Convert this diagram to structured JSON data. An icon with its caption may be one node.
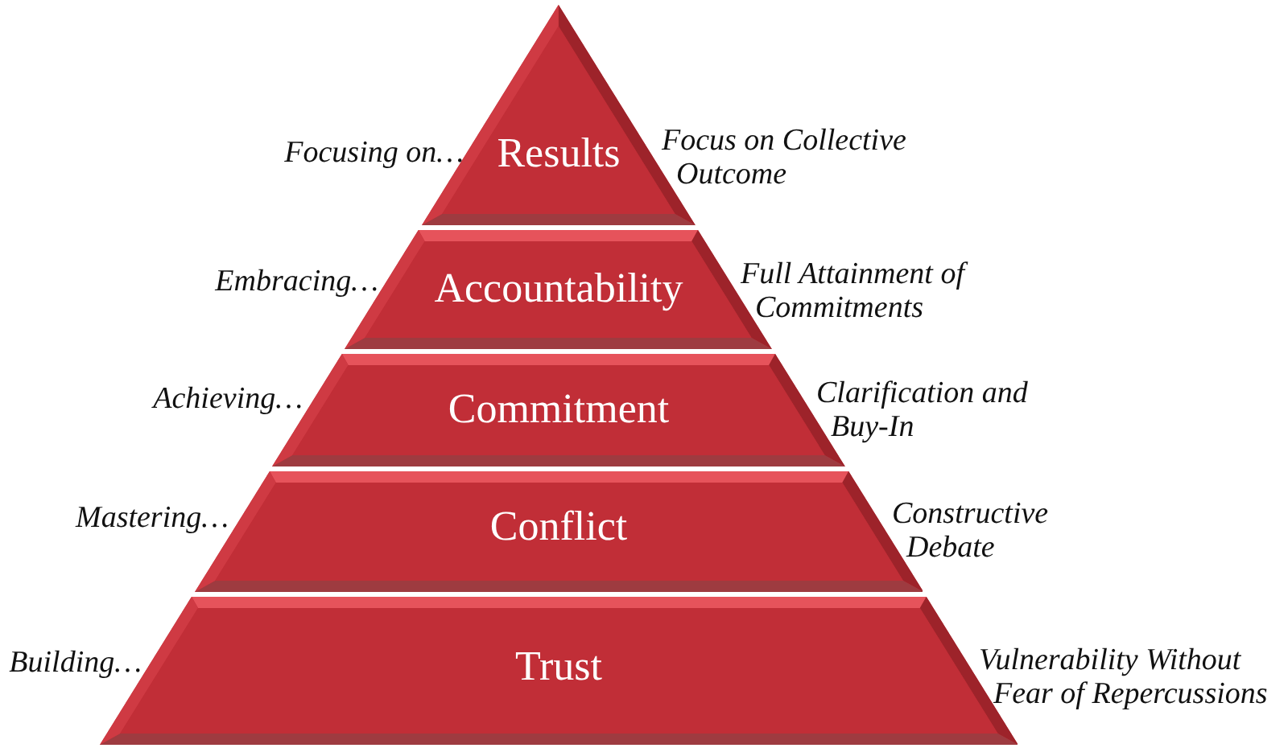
{
  "diagram": {
    "nodes": [
      {
        "text": [
          "Results"
        ],
        "beside": [
          "Focusing on…",
          "Focus on Collective Outcome"
        ]
      },
      {
        "text": [
          "Accountability"
        ],
        "beside": [
          "Embracing…",
          "Full Attainment of Commitments"
        ]
      },
      {
        "text": [
          "Commitment"
        ],
        "beside": [
          "Achieving…",
          "Clarification and Buy-In"
        ]
      },
      {
        "text": [
          "Conflict"
        ],
        "beside": [
          "Mastering…",
          "Constructive Debate"
        ]
      },
      {
        "text": [
          "Trust"
        ],
        "beside": [
          "Building…",
          "Vulnerability Without Fear of Repercussions"
        ]
      }
    ]
  }
}
